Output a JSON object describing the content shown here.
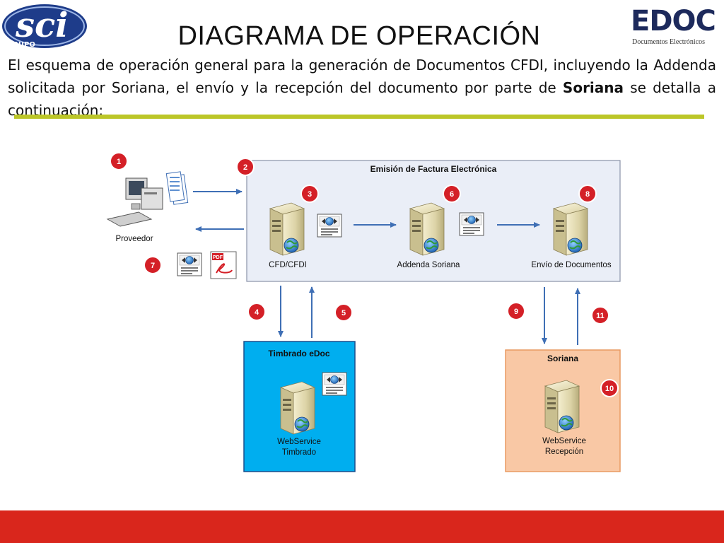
{
  "header": {
    "title": "DIAGRAMA DE OPERACIÓN",
    "logo_left": {
      "text": "sci",
      "subtext": "GRUPO"
    },
    "logo_right": {
      "text": "EDOC",
      "subtext": "Documentos Electrónicos"
    }
  },
  "intro": {
    "part1": "El esquema de operación general para la generación de Documentos CFDI, incluyendo la Addenda solicitada por Soriana, el envío y la recepción del documento por parte de ",
    "bold": "Soriana",
    "part2": " se detalla a continuación:"
  },
  "diagram": {
    "emision_title": "Emisión de Factura Electrónica",
    "proveedor_label": "Proveedor",
    "server_cfd": "CFD/CFDI",
    "server_addenda": "Addenda Soriana",
    "server_envio": "Envío de Documentos",
    "timbrado_title": "Timbrado eDoc",
    "timbrado_ws_line1": "WebService",
    "timbrado_ws_line2": "Timbrado",
    "soriana_title": "Soriana",
    "soriana_ws_line1": "WebService",
    "soriana_ws_line2": "Recepción",
    "pdf_label": "PDF",
    "steps": [
      "1",
      "2",
      "3",
      "4",
      "5",
      "6",
      "7",
      "8",
      "9",
      "10",
      "11"
    ]
  },
  "colors": {
    "rule": "#bcc628",
    "footer": "#d9261c",
    "badge": "#d42027",
    "emision_fill": "#eaeef7",
    "timbrado_fill": "#00aeef",
    "soriana_fill": "#f9c8a5",
    "arrow": "#3f6fb5"
  }
}
